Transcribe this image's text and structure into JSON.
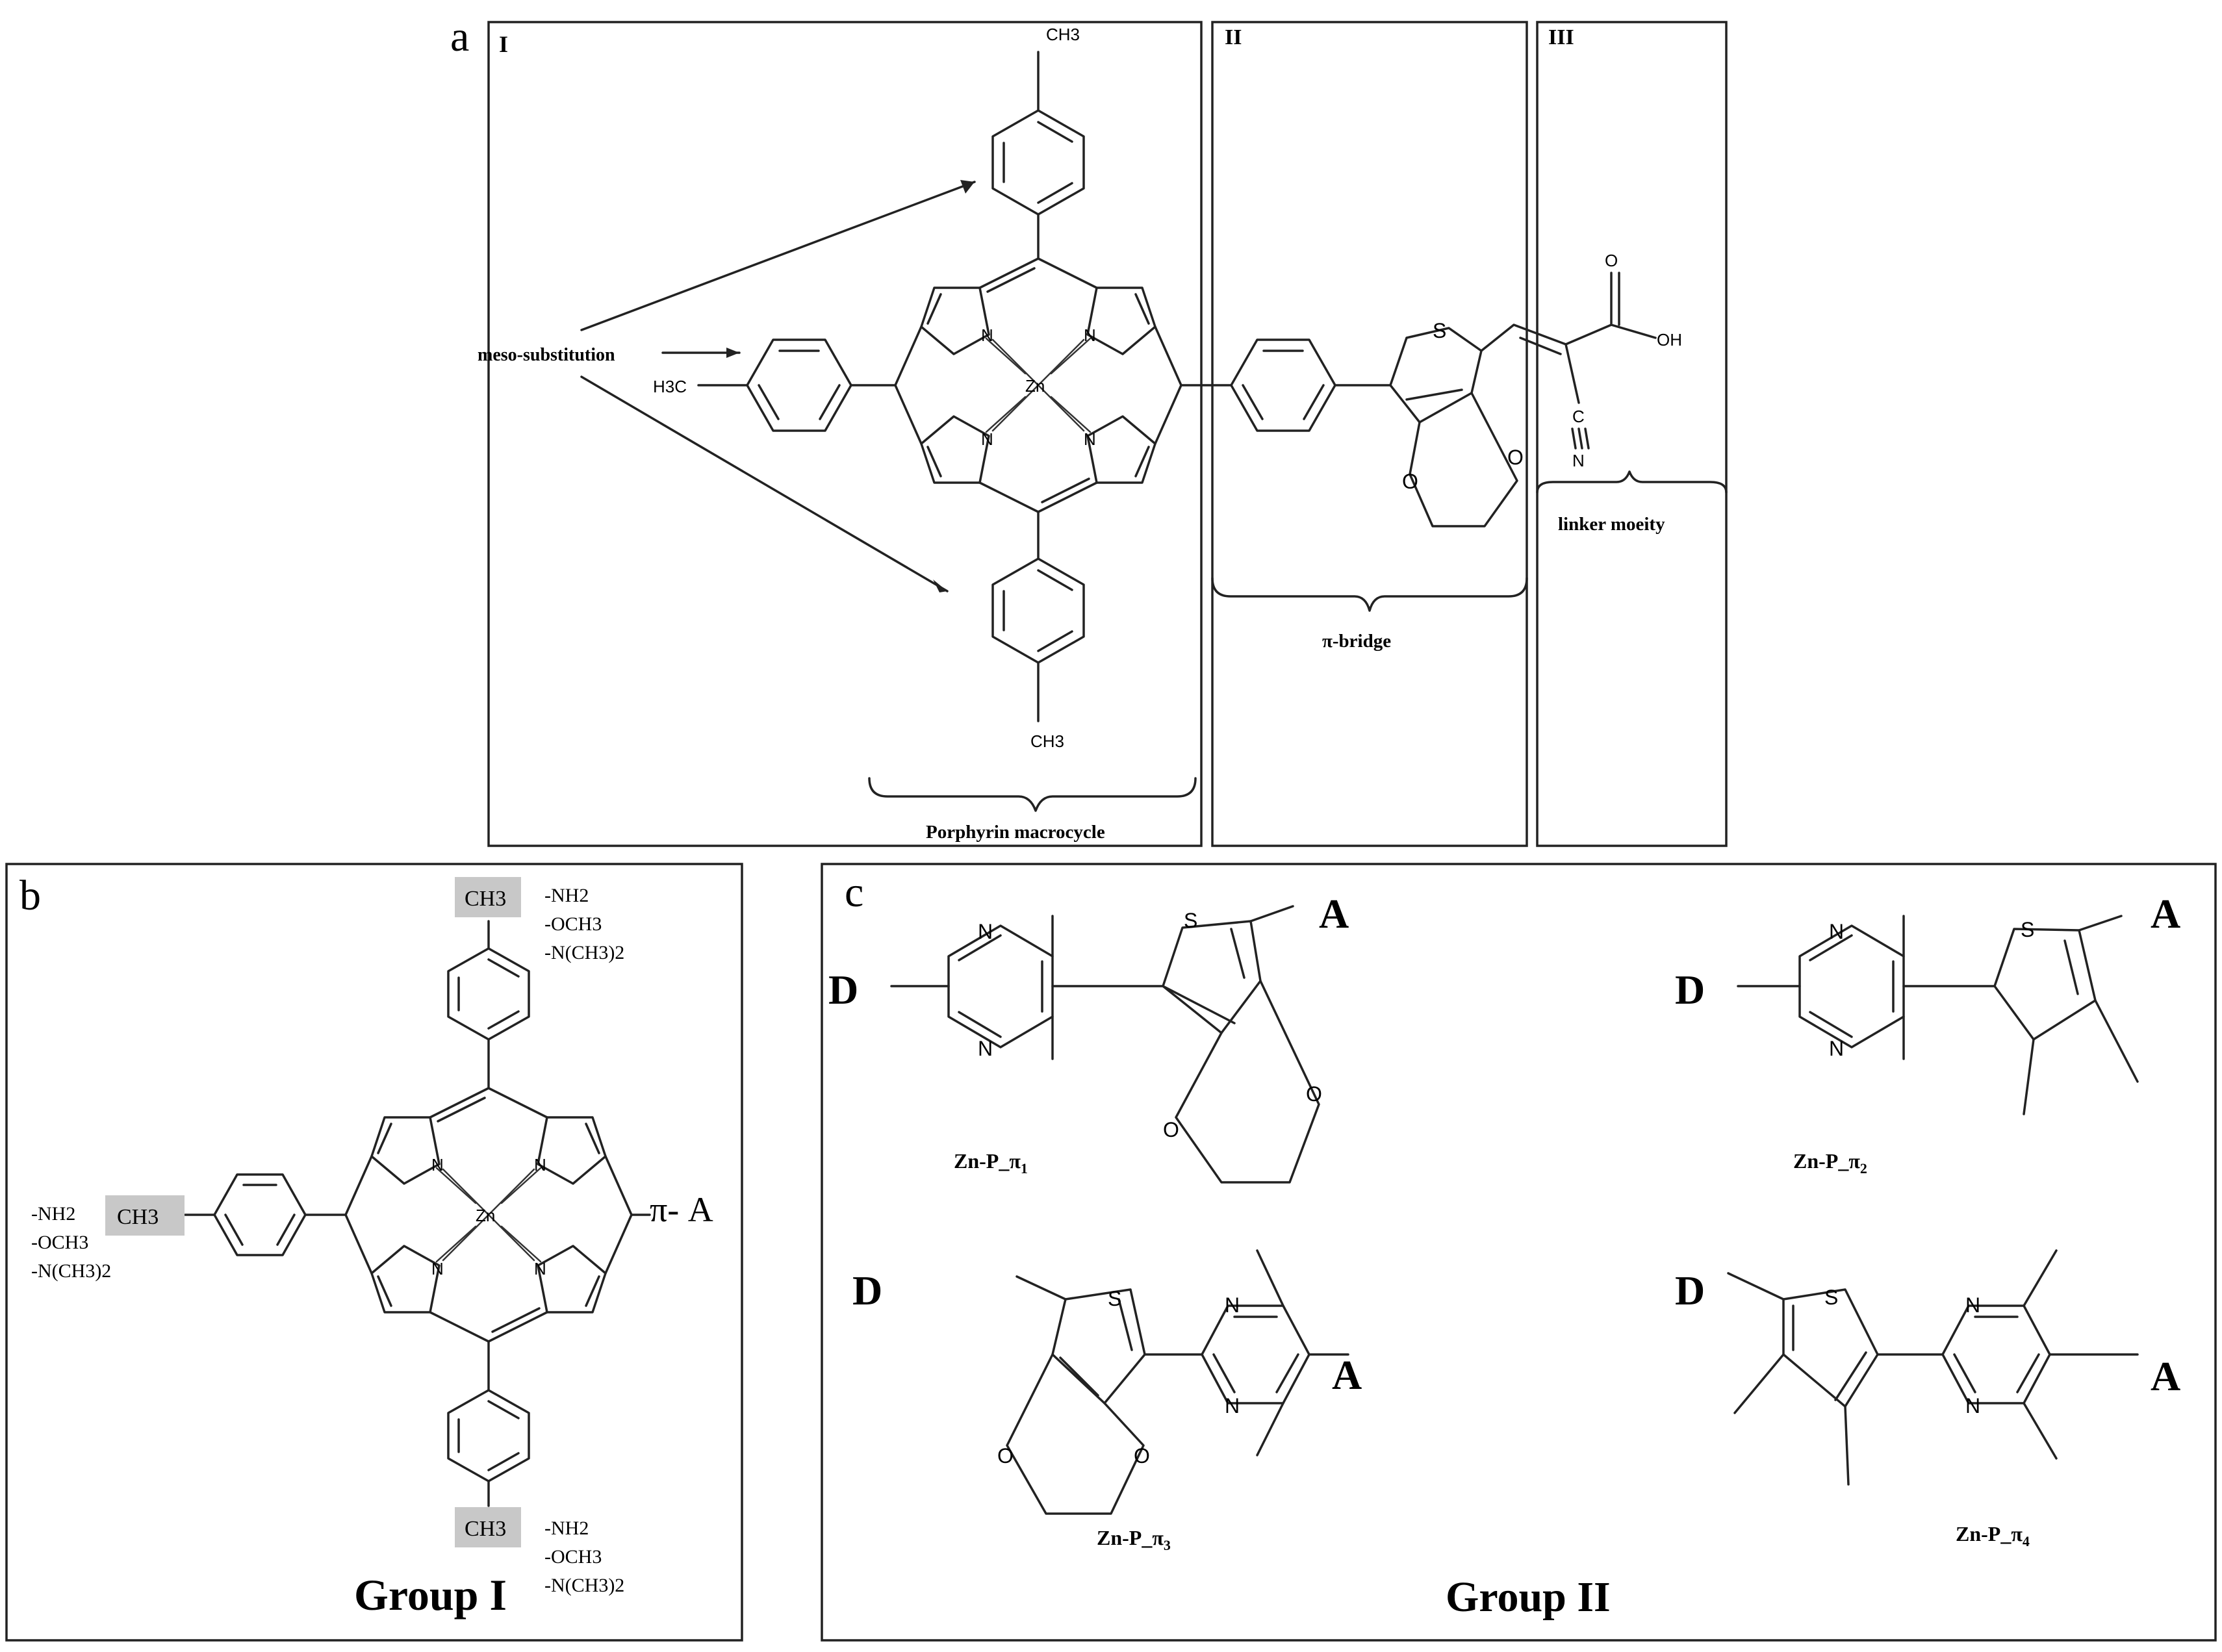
{
  "panel_a": {
    "letter": "a",
    "region_labels": [
      "I",
      "II",
      "III"
    ],
    "meso_label": "meso-substitution",
    "porphyrin_label": "Porphyrin macrocycle",
    "bridge_label": "π-bridge",
    "linker_label": "linker moeity",
    "atoms": {
      "ch3": "CH3",
      "h3c": "H3C",
      "zn": "Zn",
      "n": "N",
      "s": "S",
      "o": "O",
      "oh": "OH",
      "c": "C"
    }
  },
  "panel_b": {
    "letter": "b",
    "highlight": "CH3",
    "substituents": [
      "-NH2",
      "-OCH3",
      "-N(CH3)2"
    ],
    "pi_a": "π- A",
    "group_label": "Group I"
  },
  "panel_c": {
    "letter": "c",
    "donor": "D",
    "acceptor": "A",
    "structures": [
      {
        "label": "Zn-P_π",
        "sub": "1"
      },
      {
        "label": "Zn-P_π",
        "sub": "2"
      },
      {
        "label": "Zn-P_π",
        "sub": "3"
      },
      {
        "label": "Zn-P_π",
        "sub": "4"
      }
    ],
    "group_label": "Group II"
  }
}
